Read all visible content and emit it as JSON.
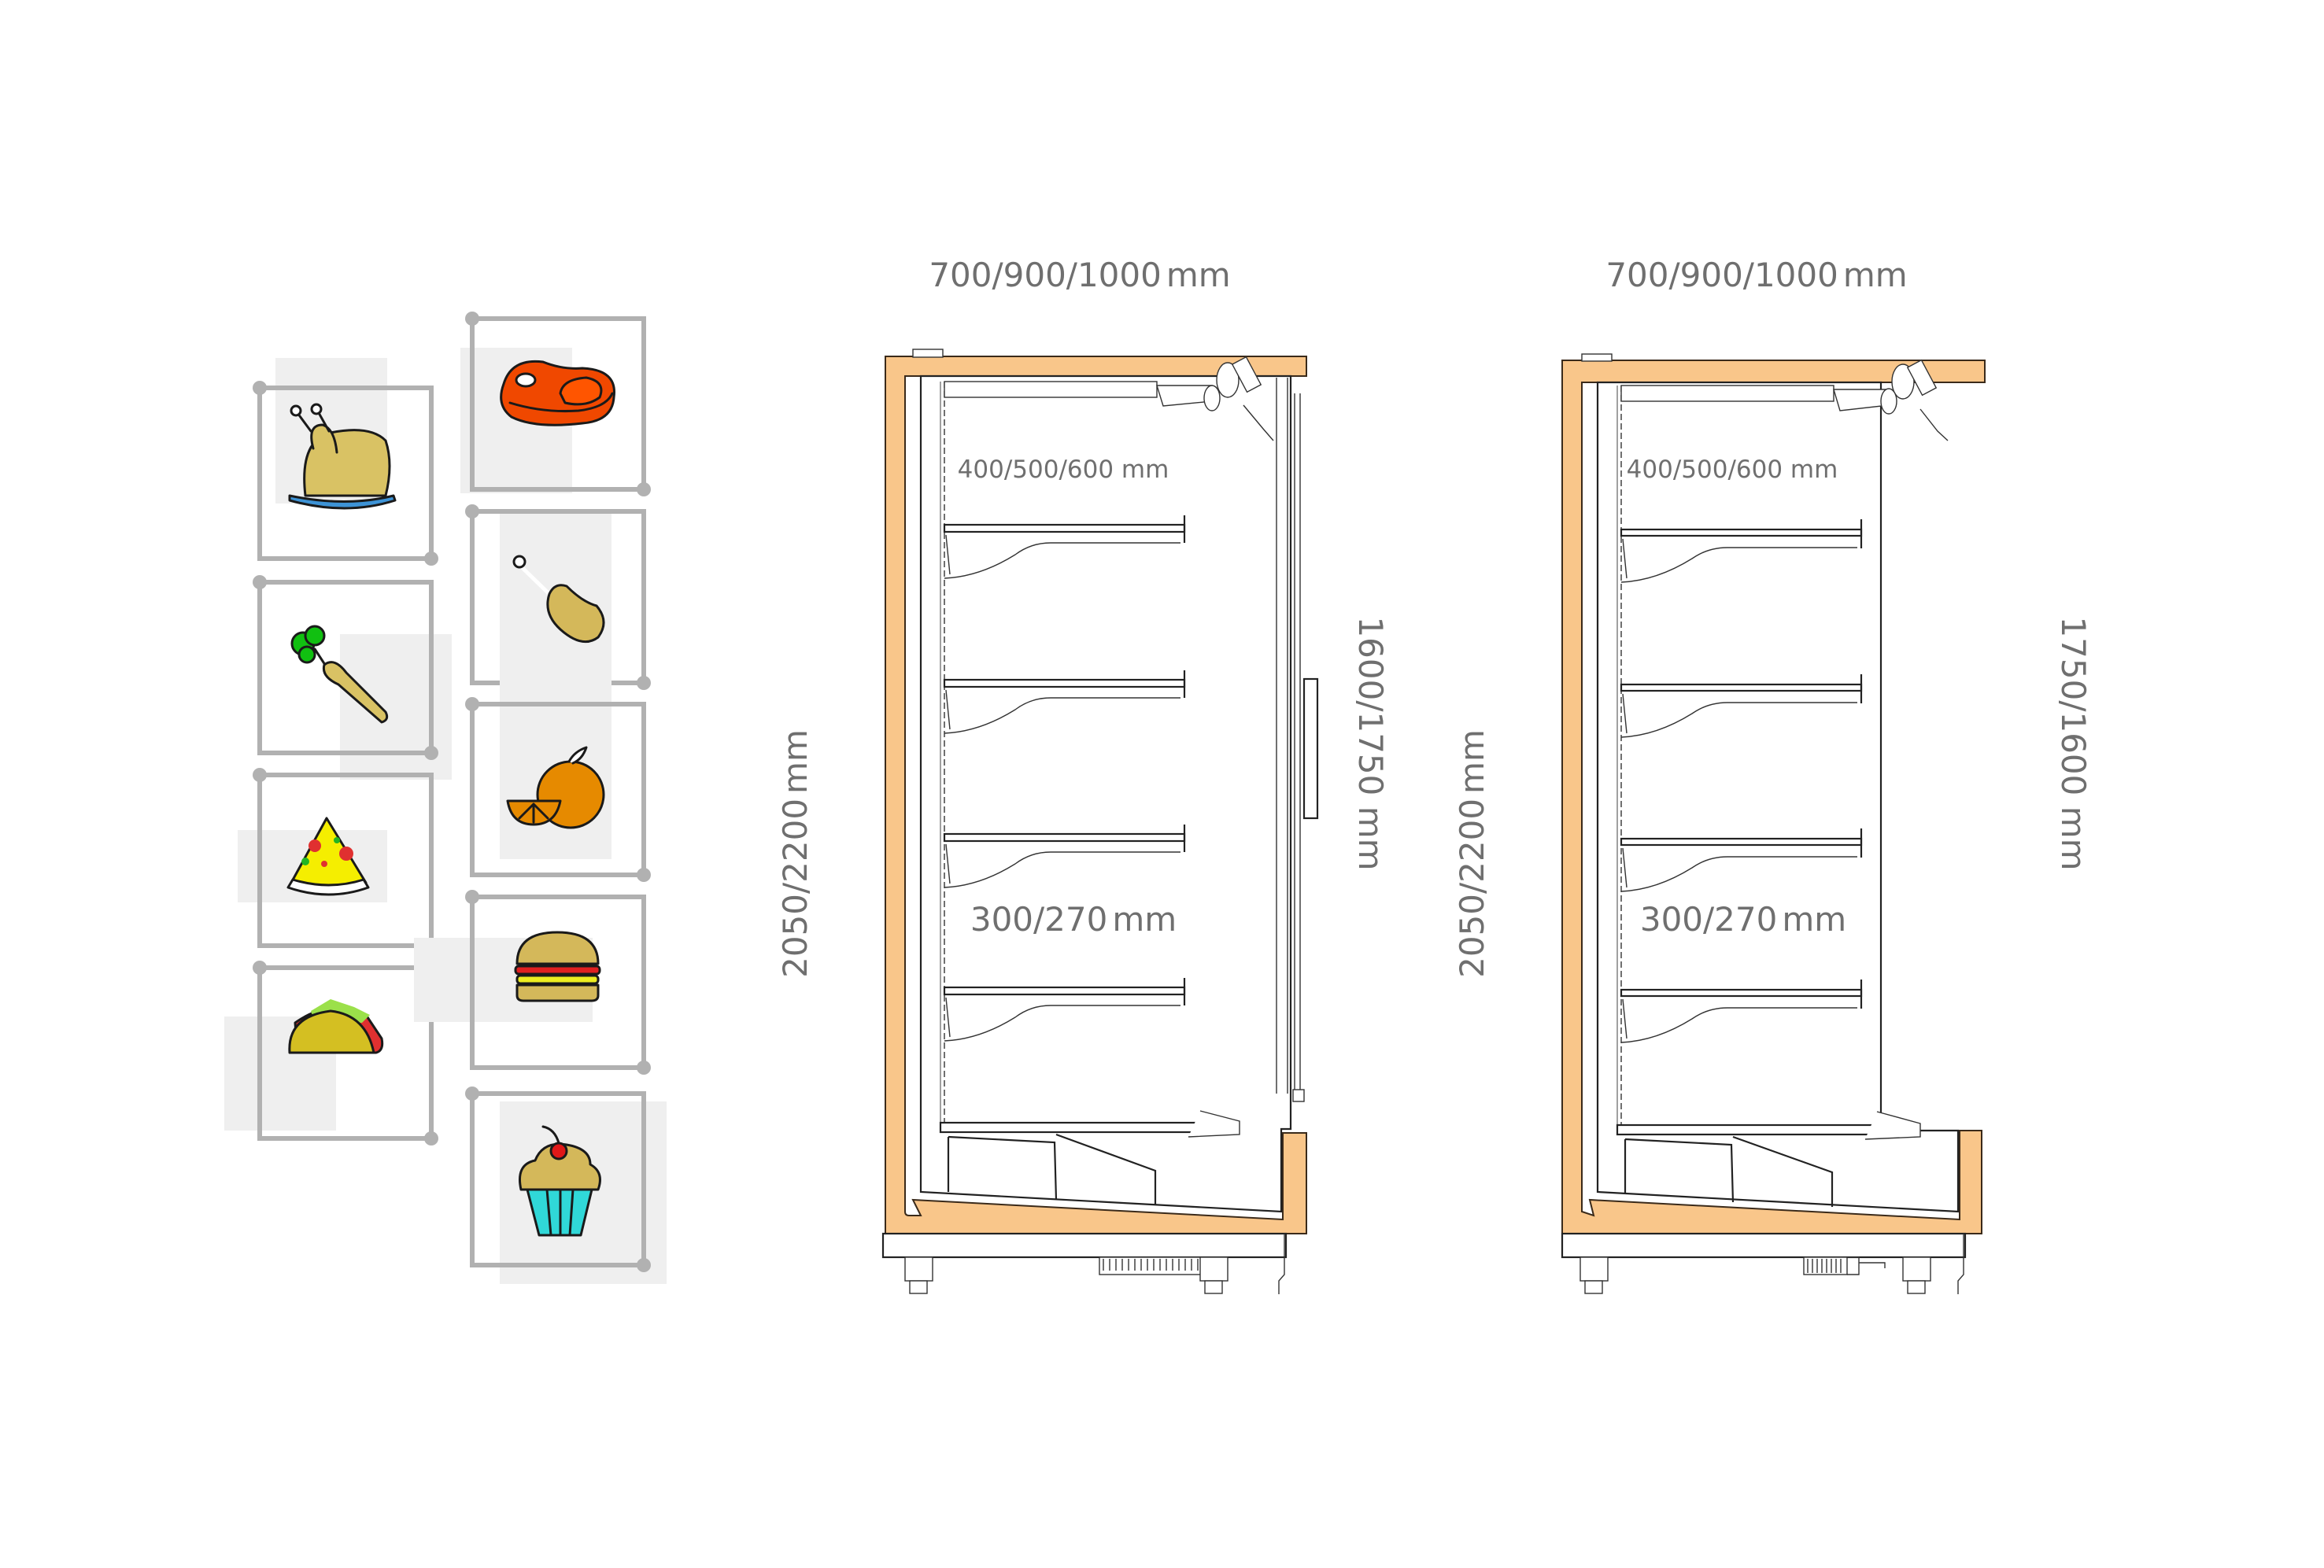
{
  "title": "Refrigerated display cabinet dimensions",
  "colors": {
    "frame": "#f9c68a",
    "dimension_text": "#6f6f6f",
    "shelf_glass": "#8fc8e8",
    "tile_border": "#b1b1b1",
    "tile_shadow": "#efefef"
  },
  "food_icons": {
    "left_column": [
      {
        "name": "roast-chicken",
        "icon": "roast-chicken-icon"
      },
      {
        "name": "carrot",
        "icon": "carrot-icon"
      },
      {
        "name": "pizza-slice",
        "icon": "pizza-icon"
      },
      {
        "name": "taco",
        "icon": "taco-icon"
      }
    ],
    "right_column": [
      {
        "name": "steak",
        "icon": "steak-icon"
      },
      {
        "name": "chicken-drumstick",
        "icon": "drumstick-icon"
      },
      {
        "name": "orange",
        "icon": "orange-icon"
      },
      {
        "name": "burger",
        "icon": "burger-icon"
      },
      {
        "name": "cupcake",
        "icon": "cupcake-icon"
      }
    ]
  },
  "cabinets": [
    {
      "variant": "with-door",
      "width_label": "700/900/1000",
      "width_unit": "mm",
      "depth_label": "400/500/600 mm",
      "shelf_spacing_label": "300/270",
      "shelf_spacing_unit": "mm",
      "total_height_label": "2050/2200",
      "total_height_unit": "mm",
      "display_height_label": "1600/1750 mm",
      "shelf_count": 4,
      "shelf_type": "wire"
    },
    {
      "variant": "open-front",
      "width_label": "700/900/1000",
      "width_unit": "mm",
      "depth_label": "400/500/600 mm",
      "shelf_spacing_label": "300/270",
      "shelf_spacing_unit": "mm",
      "total_height_label": "2050/2200",
      "total_height_unit": "mm",
      "display_height_label": "1750/1600 mm",
      "shelf_count": 4,
      "shelf_type": "glass"
    }
  ]
}
